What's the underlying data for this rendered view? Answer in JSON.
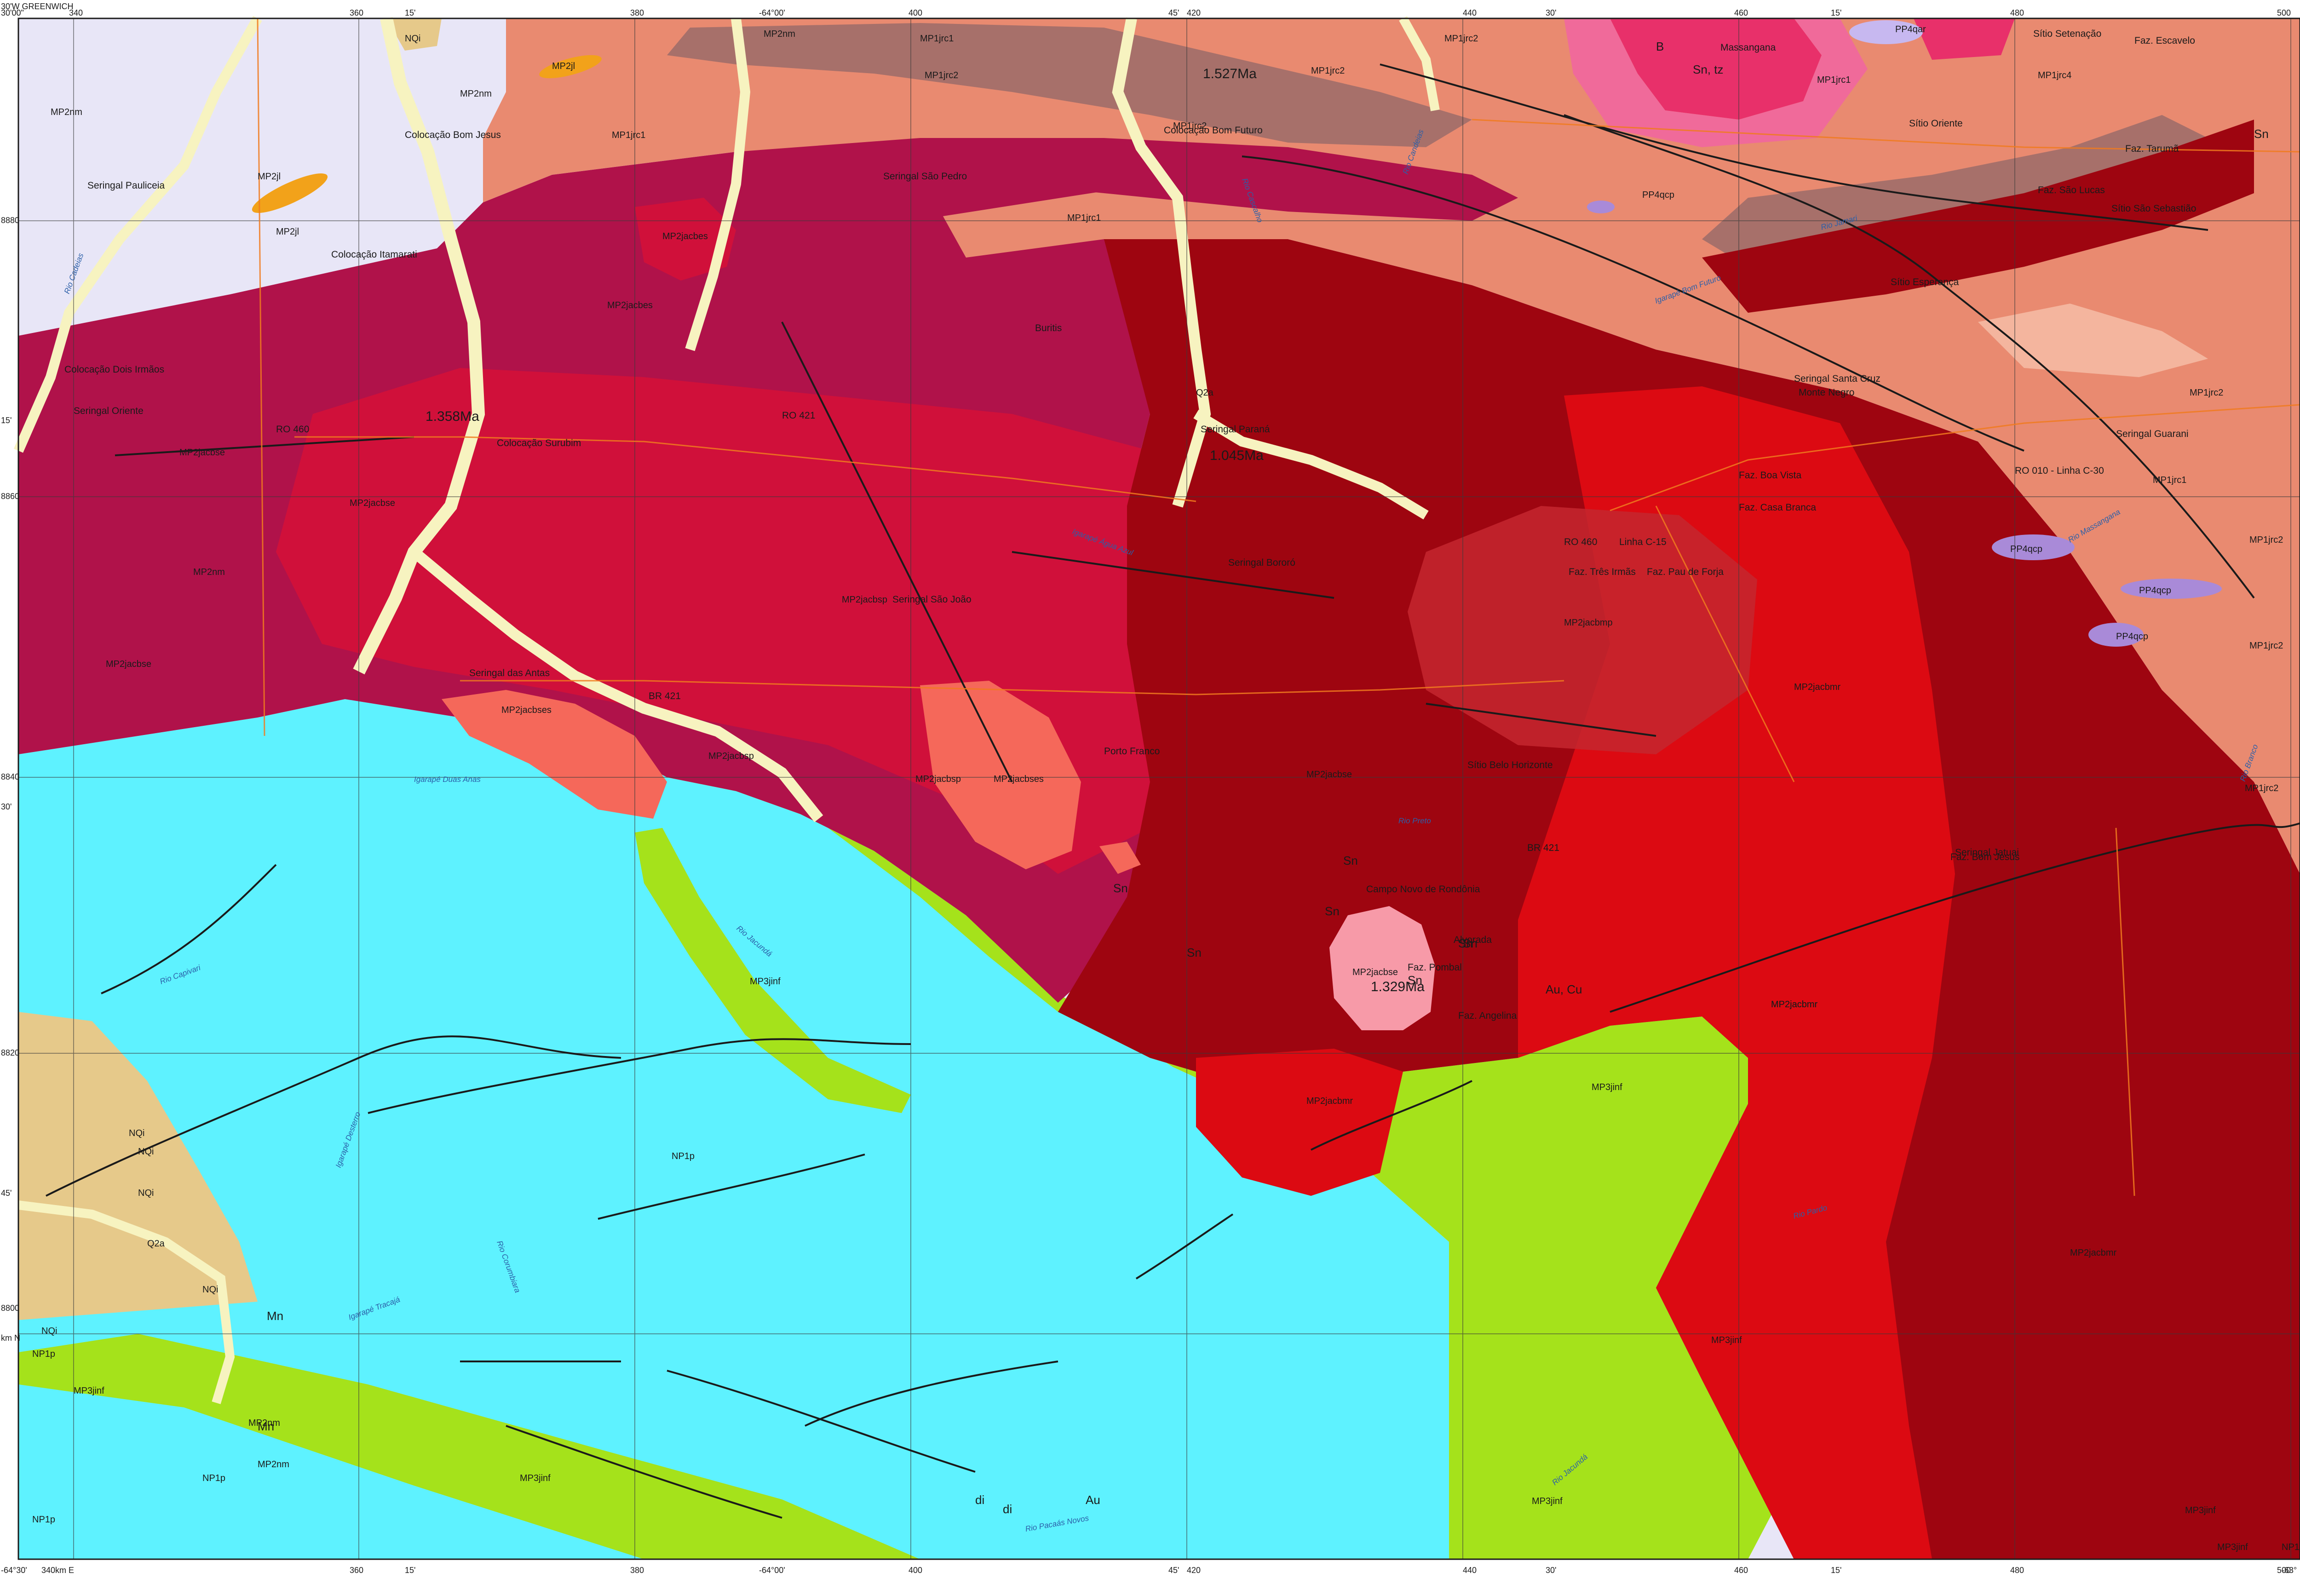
{
  "map": {
    "colors": {
      "background": "#ffffff",
      "MP2nm": "#e8e6f7",
      "NQi": "#e6c98a",
      "Q2a": "#f7f3c0",
      "MP1rc": "#e98a70",
      "MP1rc_dark": "#a7706a",
      "MP2jacb_crimson": "#b0124a",
      "MP2jacb_red": "#d0103a",
      "MP2jacb_dark": "#9e0510",
      "MP2jacb_brightred": "#dc0a12",
      "MP2jacbses": "#f5685a",
      "MP2pink": "#f79aa8",
      "NP1p": "#5ef2ff",
      "MP3jinf": "#a5e21b",
      "PP4qcp": "#a98ad8",
      "MP2j_orange": "#f2a21a",
      "fault": "#1a1a1a",
      "road": "#f07a1f",
      "grid": "#3a3a3a",
      "drainage": "#3b7fd8"
    },
    "frame": {
      "top_left": "30'00\"",
      "greenwich": "30'W GREENWICH",
      "bottom_left": "-64°30'",
      "bottom_right": "-63°",
      "km_e": "340km E",
      "km_n": "km N"
    },
    "grid_labels_top": [
      "340",
      "360",
      "15'",
      "380",
      "-64°00'",
      "400",
      "45'",
      "420",
      "440",
      "30'",
      "460",
      "15'",
      "480",
      "500"
    ],
    "grid_labels_bottom": [
      "360",
      "15'",
      "380",
      "-64°00'",
      "400",
      "45'",
      "420",
      "440",
      "30'",
      "460",
      "15'",
      "480",
      "500"
    ],
    "grid_labels_left": [
      "8880",
      "15'",
      "8860",
      "8840",
      "30'",
      "8820",
      "45'",
      "8800"
    ],
    "unit_labels": [
      "MP2nm",
      "MP2nm",
      "MP2nm",
      "MP2nm",
      "MP2nm",
      "MP2nm",
      "NQi",
      "NQi",
      "NQi",
      "NQi",
      "NQi",
      "NQi",
      "Q2a",
      "Q2a",
      "MP2jl",
      "MP2jl",
      "MP2jl",
      "MP1jrc1",
      "MP1jrc1",
      "MP1jrc1",
      "MP1jrc1",
      "MP1jrc2",
      "MP1jrc2",
      "MP1jrc2",
      "MP1jrc2",
      "MP1jrc4",
      "MP1jrc2",
      "MP1jrc2",
      "MP1jrc2",
      "MP1jrc2",
      "MP1jrc1",
      "MP2jacbes",
      "MP2jacbes",
      "MP2jacbse",
      "MP2jacbse",
      "MP2jacbse",
      "MP2jacbsp",
      "MP2jacbsp",
      "MP2jacbse",
      "MP2jacbse",
      "MP2jacbmp",
      "MP2jacbmr",
      "MP2jacbmr",
      "MP2jacbmr",
      "MP2jacbmr",
      "MP2jacbses",
      "MP2jacbses",
      "MP2jacbsp",
      "NP1p",
      "NP1p",
      "NP1p",
      "NP1p",
      "NP1p",
      "MP3jinf",
      "MP3jinf",
      "MP3jinf",
      "MP3jinf",
      "MP3jinf",
      "MP3jinf",
      "MP3jinf",
      "MP3jinf",
      "PP4qcp",
      "PP4qcp",
      "PP4qcp",
      "PP4qcp",
      "PP4qar",
      "MP2jacbmr"
    ],
    "place_labels": [
      "Seringal Pauliceia",
      "Colocação Bom Jesus",
      "Colocação Itamarati",
      "Colocação Dois Irmãos",
      "Seringal Oriente",
      "Colocação Surubim",
      "Seringal das Antas",
      "Seringal São Pedro",
      "Colocação Bom Futuro",
      "Buritis",
      "Seringal Paraná",
      "Seringal Bororó",
      "Seringal São João",
      "Porto Franco",
      "Campo Novo de Rondônia",
      "Alvorada",
      "Faz. Pombal",
      "Faz. Angelina",
      "Sítio Belo Horizonte",
      "Faz. Bom Jesus",
      "Faz. Boa Vista",
      "Faz. Casa Branca",
      "Faz. Três Irmãs",
      "Faz. Pau de Forja",
      "Monte Negro",
      "Massangana",
      "Sítio Setenação",
      "Faz. Escavelo",
      "Sítio Oriente",
      "Faz. Tarumã",
      "Sítio São Sebastião",
      "Sítio Esperança",
      "Seringal Santa Cruz",
      "Seringal Guarani",
      "Seringal Jatuai",
      "Faz. São Lucas",
      "Linha C-15",
      "RO 460",
      "RO 010 - Linha C-30",
      "BR 421",
      "RO 421",
      "BR 421",
      "RO 460"
    ],
    "rivers": [
      "Rio Cadeias",
      "Igarapé Duas Anas",
      "Rio Capivari",
      "Igarapé Desterro",
      "Rio Corumbiara",
      "Igarapé Tracajá",
      "Rio Jacundá",
      "Rio Pacaás Novos",
      "Rio Candeias",
      "Rio Jamari",
      "Rio Preto",
      "Igarapé Bom Futuro",
      "Rio Branco",
      "Rio Massangana",
      "Rio Pardo",
      "Rio Jacundá",
      "Igarapé Água Azul",
      "Rio Cascalho"
    ],
    "ages": [
      "1.527Ma",
      "1.358Ma",
      "1.045Ma",
      "1.329Ma"
    ],
    "minerals": [
      "Sn",
      "Sn",
      "Sn",
      "Sn",
      "Sn",
      "Sn",
      "Sn, tz",
      "Au",
      "Au, Cu",
      "Mn",
      "Mn",
      "di",
      "di",
      "B",
      "Sn",
      "Sn"
    ]
  }
}
